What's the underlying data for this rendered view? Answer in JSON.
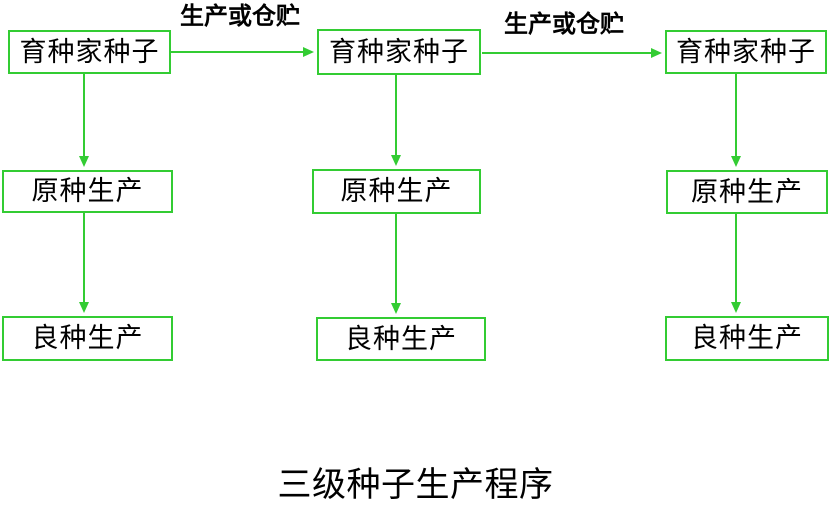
{
  "caption": "三级种子生产程序",
  "arrow_labels": [
    "生产或仓贮",
    "生产或仓贮"
  ],
  "columns": [
    {
      "top": "育种家种子",
      "middle": "原种生产",
      "bottom": "良种生产"
    },
    {
      "top": "育种家种子",
      "middle": "原种生产",
      "bottom": "良种生产"
    },
    {
      "top": "育种家种子",
      "middle": "原种生产",
      "bottom": "良种生产"
    }
  ],
  "colors": {
    "line_green": "#33cc33",
    "text_black": "#000000",
    "background": "#ffffff"
  }
}
